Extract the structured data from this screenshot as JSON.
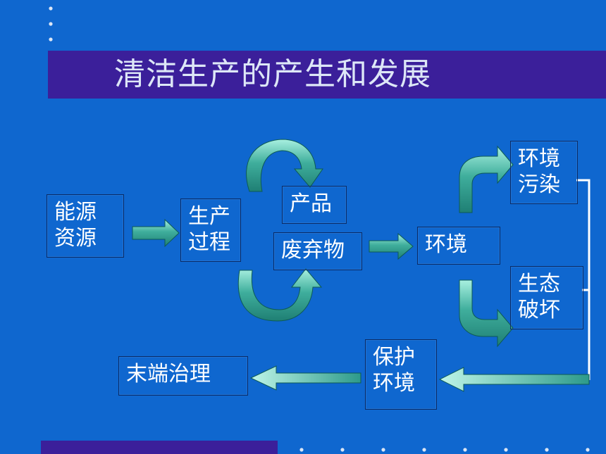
{
  "slide": {
    "title": "清洁生产的产生和发展",
    "colors": {
      "background": "#0f67cf",
      "title_bar": "#3b1f9a",
      "arrow_fill": "#2d9a8a",
      "arrow_highlight": "#a8f0e0",
      "dot": "#dce6f5",
      "line": "#ffffff"
    }
  },
  "nodes": {
    "energy_resources": {
      "line1": "能源",
      "line2": "资源"
    },
    "production_process": {
      "line1": "生产",
      "line2": "过程"
    },
    "product": {
      "text": "产品"
    },
    "waste": {
      "text": "废弃物"
    },
    "environment": {
      "text": "环境"
    },
    "env_pollution": {
      "line1": "环境",
      "line2": "污染"
    },
    "eco_damage": {
      "line1": "生态",
      "line2": "破坏"
    },
    "protect_env": {
      "line1": "保护",
      "line2": "环境"
    },
    "end_treatment": {
      "text": "末端治理"
    }
  }
}
